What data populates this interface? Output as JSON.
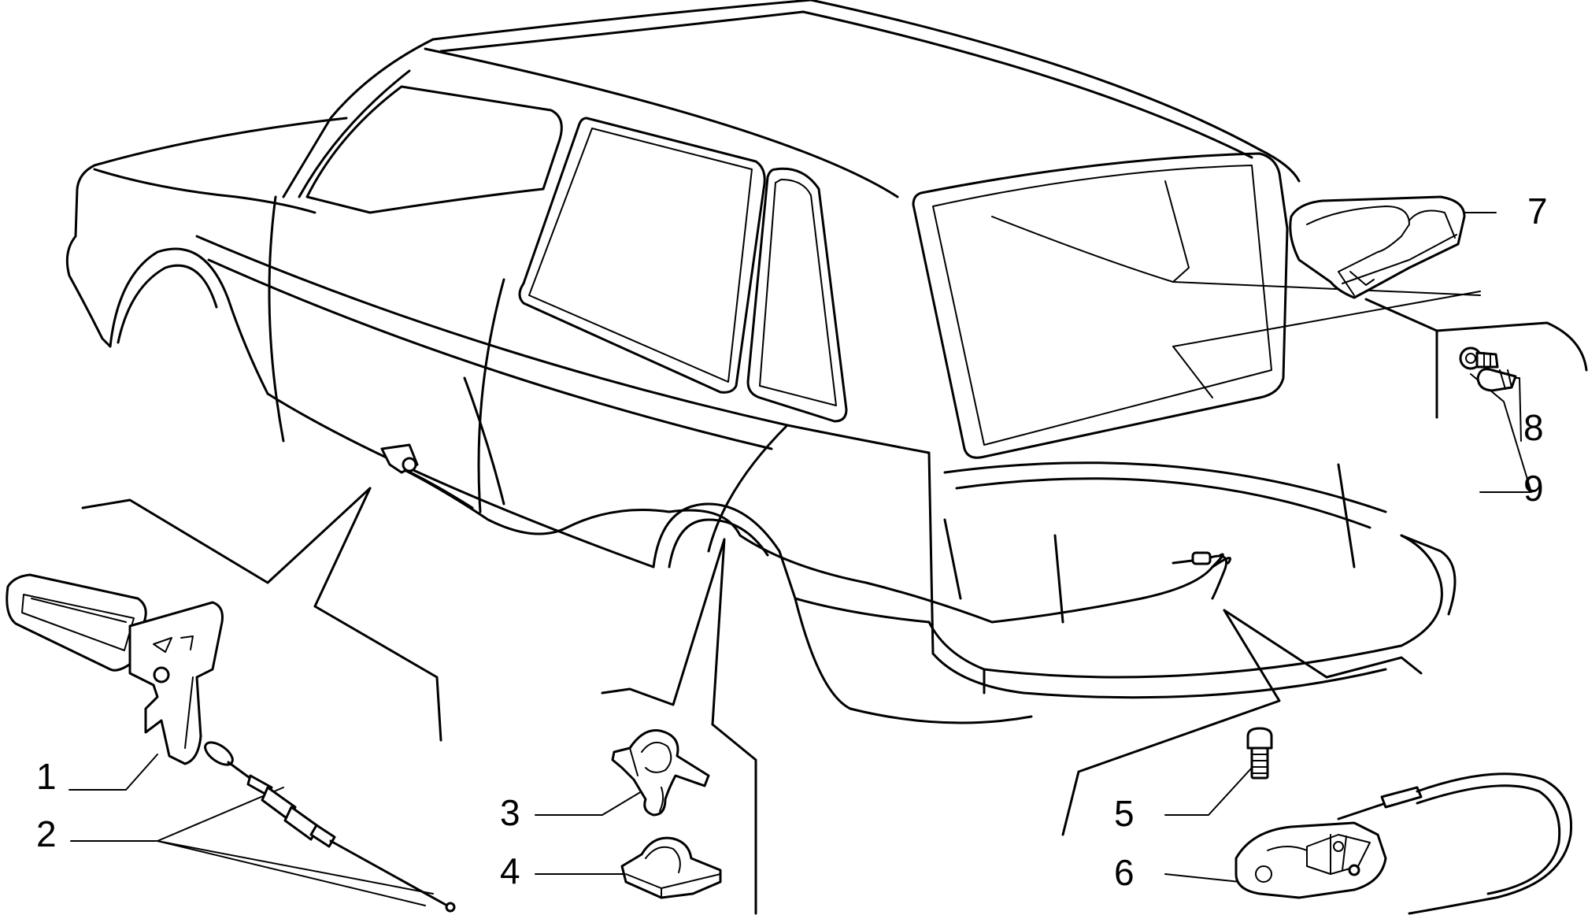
{
  "callouts": [
    {
      "number": "1",
      "part": "release-lever"
    },
    {
      "number": "2",
      "part": "release-cable"
    },
    {
      "number": "3",
      "part": "cable-clip"
    },
    {
      "number": "4",
      "part": "cable-clamp"
    },
    {
      "number": "5",
      "part": "bolt"
    },
    {
      "number": "6",
      "part": "tailgate-lock"
    },
    {
      "number": "7",
      "part": "lock-cover"
    },
    {
      "number": "8",
      "part": "plastic-plug"
    },
    {
      "number": "9",
      "part": "retaining-pin"
    }
  ]
}
